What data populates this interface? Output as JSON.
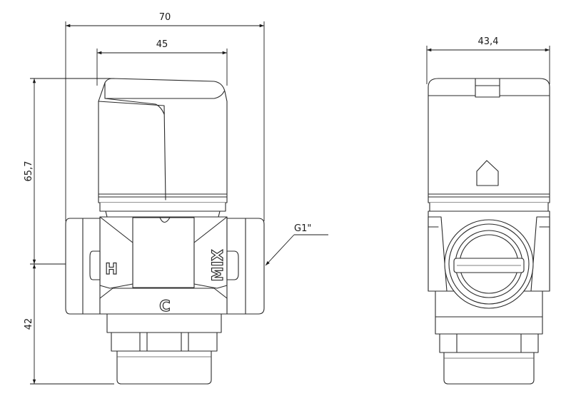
{
  "dimensions": {
    "overall_width": "70",
    "head_width": "45",
    "side_width": "43,4",
    "upper_height": "65,7",
    "lower_height": "42",
    "thread": "G1\""
  },
  "port_labels": {
    "hot": "H",
    "cold": "C",
    "mix": "MIX"
  }
}
